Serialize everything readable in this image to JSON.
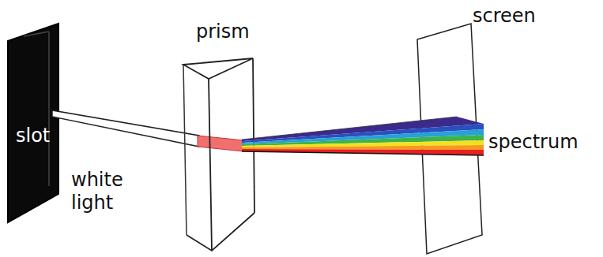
{
  "diagram": {
    "labels": [
      "prism",
      "screen",
      "slot",
      "white light",
      "spectrum"
    ]
  }
}
